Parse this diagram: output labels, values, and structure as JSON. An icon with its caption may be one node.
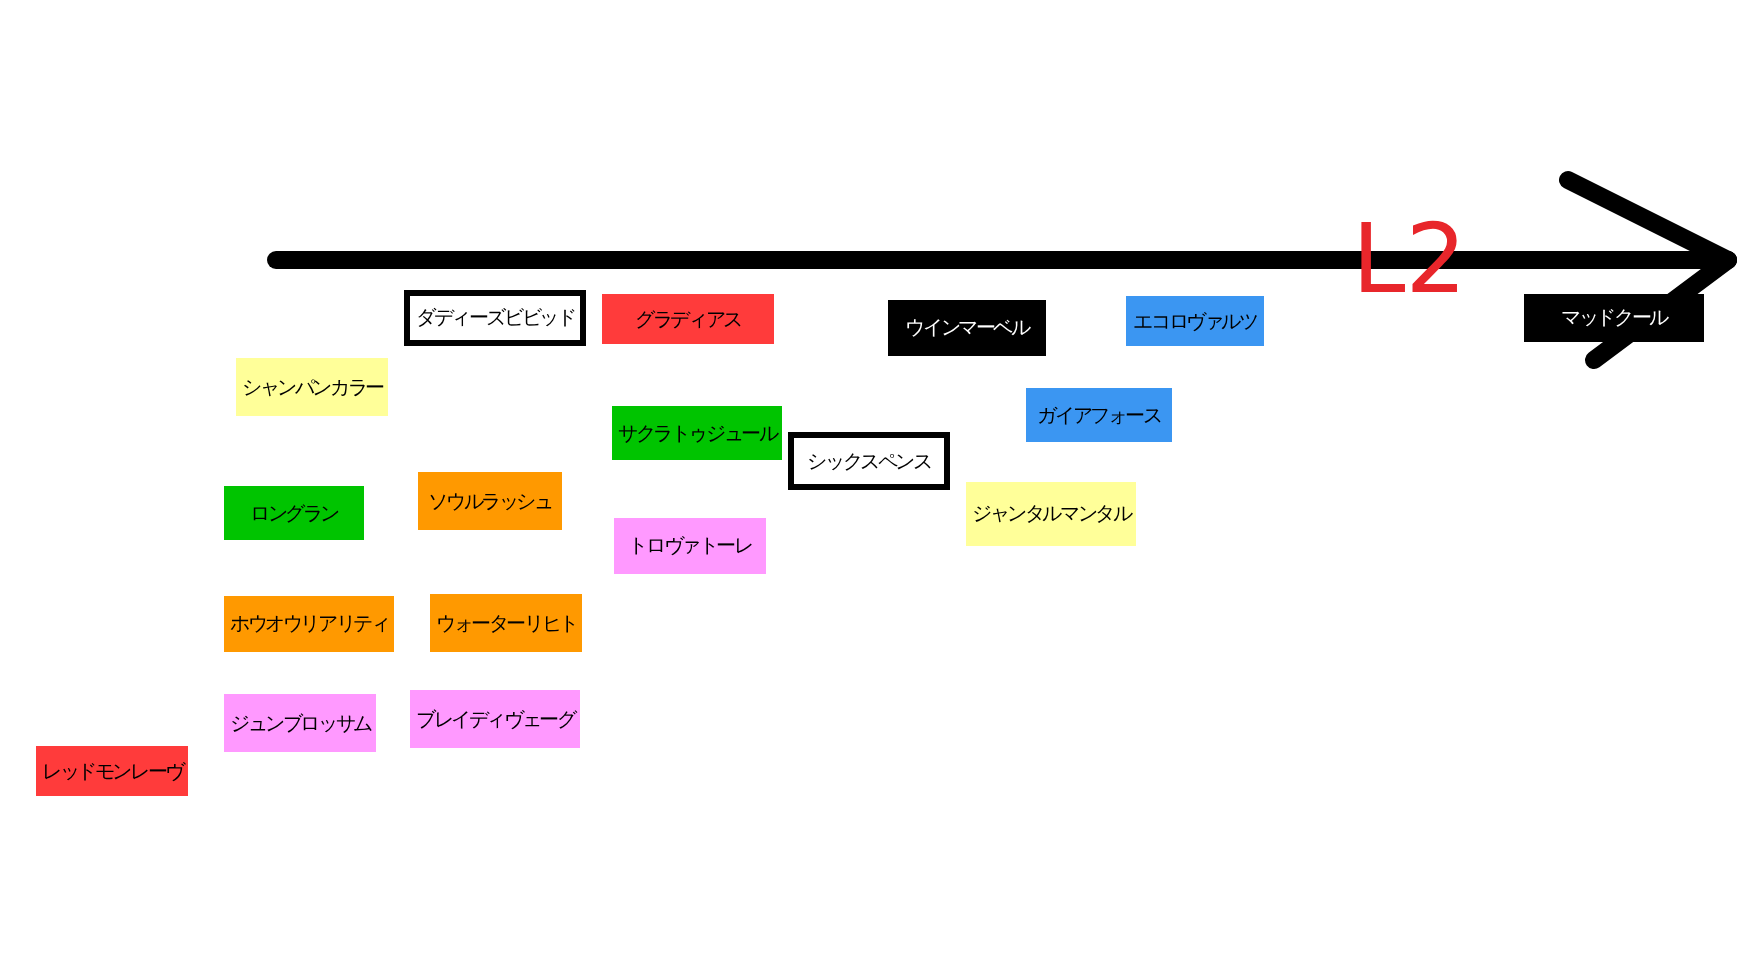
{
  "diagram": {
    "nodes": [
      {
        "text": [
          "ダディーズビビッド"
        ]
      },
      {
        "text": [
          "グラディアス"
        ]
      },
      {
        "text": [
          "ウインマーベル"
        ]
      },
      {
        "text": [
          "エコロヴァルツ"
        ]
      },
      {
        "text": [
          "マッドクール"
        ]
      },
      {
        "text": [
          "シャンパンカラー"
        ]
      },
      {
        "text": [
          "ガイアフォース"
        ]
      },
      {
        "text": [
          "サクラトゥジュール"
        ]
      },
      {
        "text": [
          "シックスペンス"
        ]
      },
      {
        "text": [
          "ロングラン"
        ]
      },
      {
        "text": [
          "ソウルラッシュ"
        ]
      },
      {
        "text": [
          "ジャンタルマンタル"
        ]
      },
      {
        "text": [
          "トロヴァトーレ"
        ]
      },
      {
        "text": [
          "ホウオウリアリティ"
        ]
      },
      {
        "text": [
          "ウォーターリヒト"
        ]
      },
      {
        "text": [
          "ジュンブロッサム"
        ]
      },
      {
        "text": [
          "ブレイディヴェーグ"
        ]
      },
      {
        "text": [
          "レッドモンレーヴ"
        ]
      }
    ],
    "labels": [
      "L2"
    ]
  }
}
